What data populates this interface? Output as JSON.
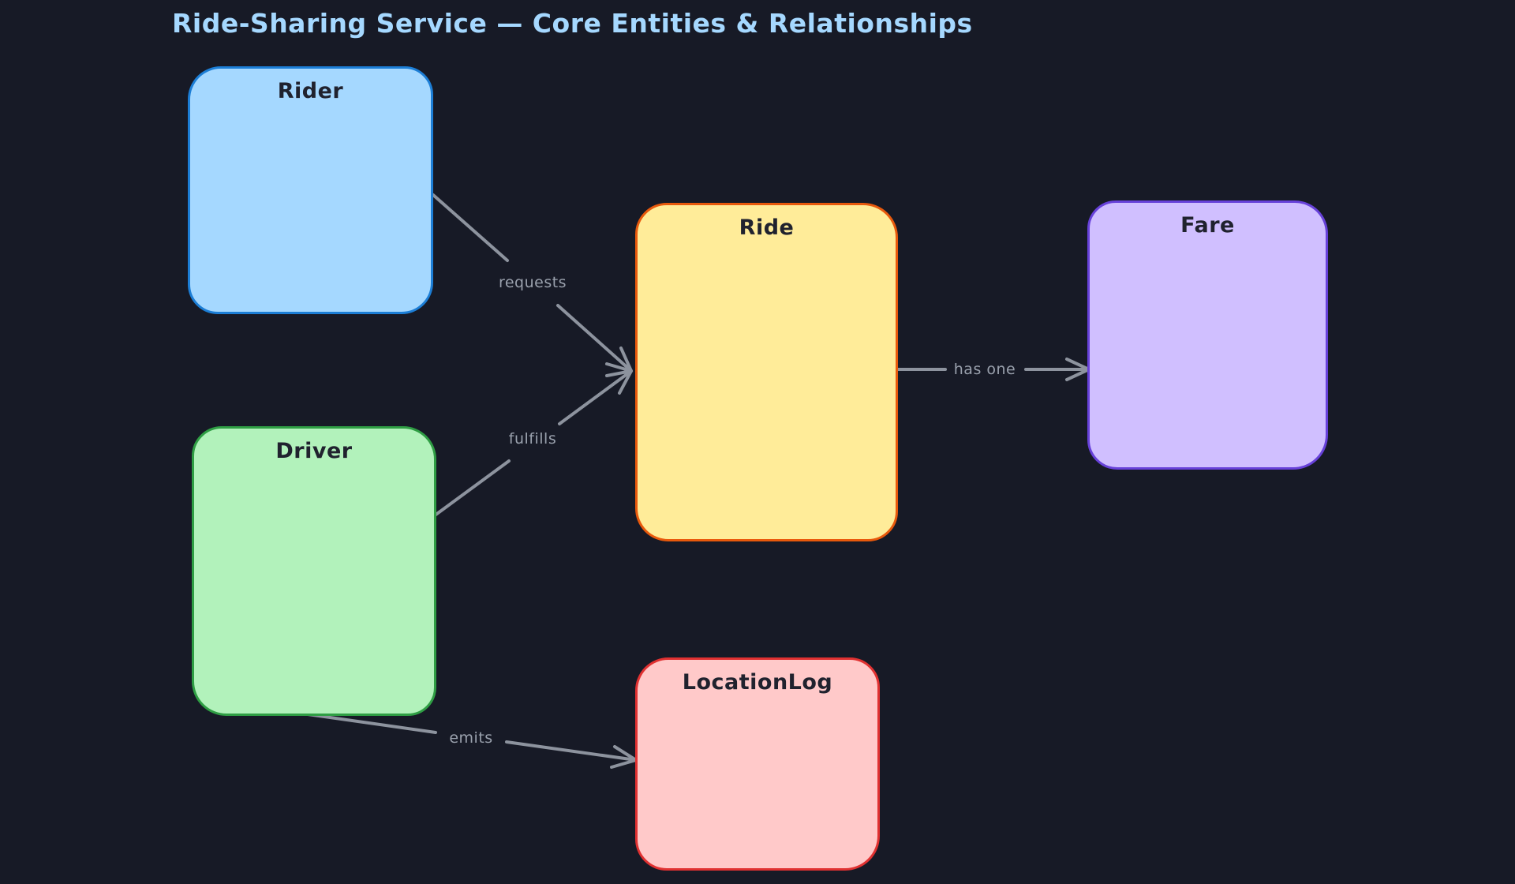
{
  "canvas": {
    "background": "#171a26"
  },
  "title": {
    "text": "Ride-Sharing Service — Core Entities & Relationships",
    "color": "#a5d8ff"
  },
  "style": {
    "arrow_color": "#8d939e",
    "edge_label_color": "#9aa1ad",
    "entity_label_color": "#20222e"
  },
  "entities": [
    {
      "id": "rider",
      "label": "Rider",
      "fill": "#a5d8ff",
      "border": "#1c7ed6"
    },
    {
      "id": "driver",
      "label": "Driver",
      "fill": "#b2f2bb",
      "border": "#2f9e44"
    },
    {
      "id": "ride",
      "label": "Ride",
      "fill": "#ffec99",
      "border": "#e8590c"
    },
    {
      "id": "fare",
      "label": "Fare",
      "fill": "#d0bfff",
      "border": "#6741d9"
    },
    {
      "id": "locationlog",
      "label": "LocationLog",
      "fill": "#ffc9c9",
      "border": "#e03131"
    }
  ],
  "relationships": [
    {
      "id": "requests",
      "label": "requests",
      "from": "Rider",
      "to": "Ride"
    },
    {
      "id": "fulfills",
      "label": "fulfills",
      "from": "Driver",
      "to": "Ride"
    },
    {
      "id": "has_one",
      "label": "has one",
      "from": "Ride",
      "to": "Fare"
    },
    {
      "id": "emits",
      "label": "emits",
      "from": "Driver",
      "to": "LocationLog"
    }
  ]
}
